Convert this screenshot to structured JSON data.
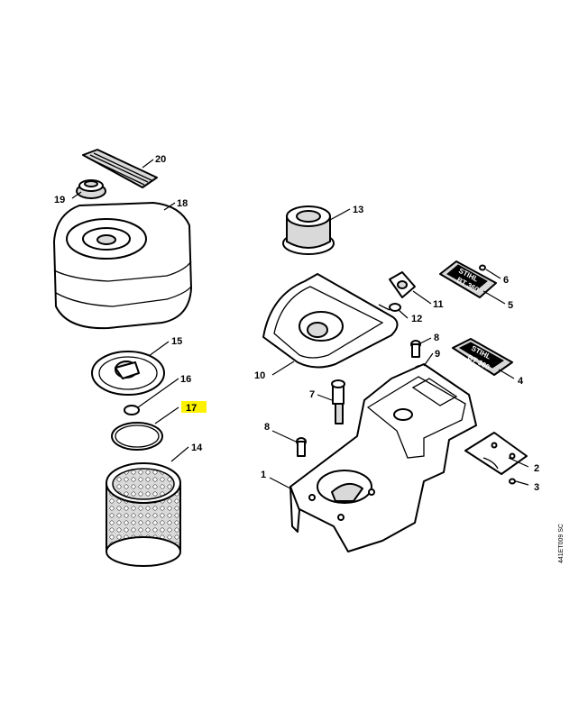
{
  "callouts": {
    "c1": "1",
    "c2": "2",
    "c3": "3",
    "c4": "4",
    "c5": "5",
    "c6": "6",
    "c7": "7",
    "c8a": "8",
    "c8b": "8",
    "c9": "9",
    "c10": "10",
    "c11": "11",
    "c12": "12",
    "c13": "13",
    "c14": "14",
    "c15": "15",
    "c16": "16",
    "c17": "17",
    "c18": "18",
    "c19": "19",
    "c20": "20"
  },
  "highlighted_callout": "17",
  "highlight_color": "#fff200",
  "decals": {
    "brand": "STIHL",
    "model": "BT 360"
  },
  "drawing_code": "441ET009 SC"
}
